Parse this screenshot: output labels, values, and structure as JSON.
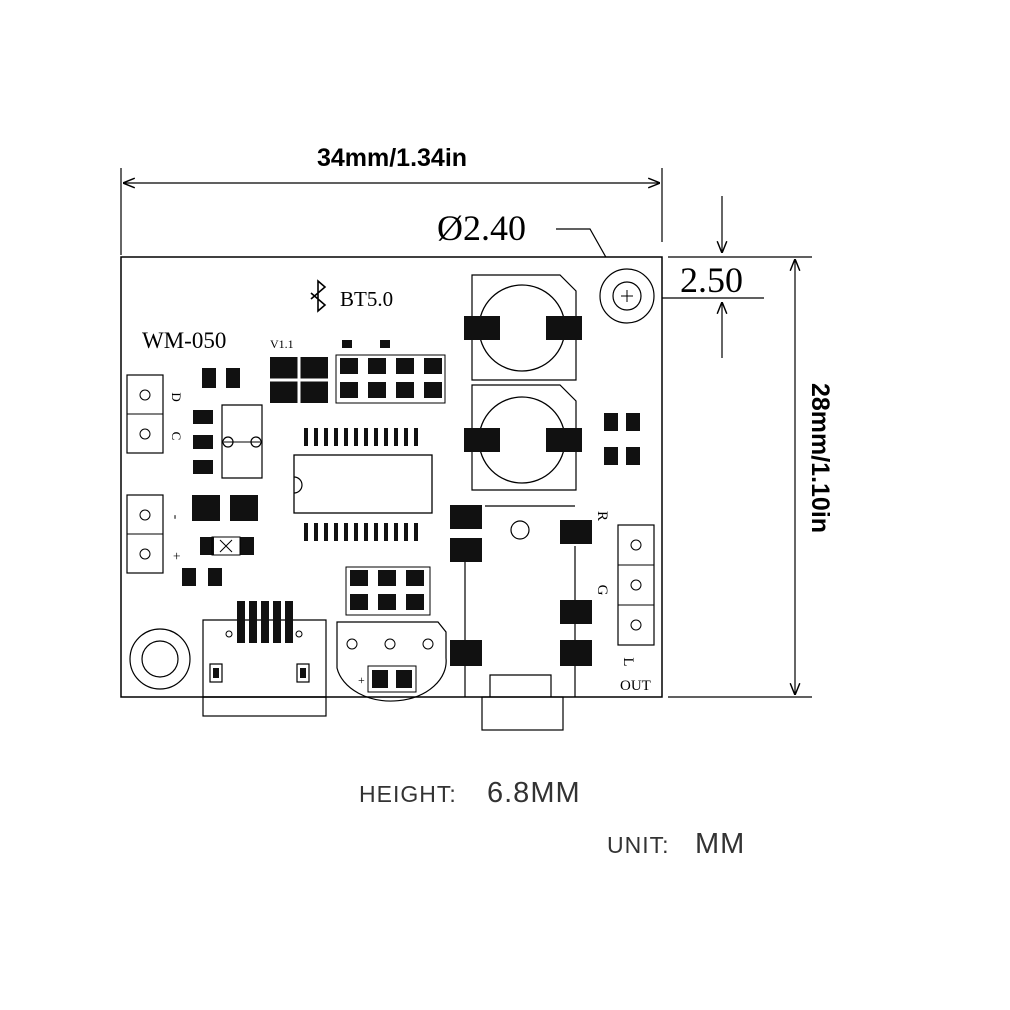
{
  "dimensions": {
    "width_label": "34mm/1.34in",
    "height_label": "28mm/1.10in",
    "hole_diameter_label": "Ø2.40",
    "hole_offset_label": "2.50"
  },
  "board": {
    "model": "WM-050",
    "version": "V1.1",
    "bluetooth": "BT5.0",
    "bluetooth_icon": "bluetooth-icon",
    "pin_labels_left_top": [
      "D",
      "C"
    ],
    "pin_labels_left_mid": [
      "-",
      "+"
    ],
    "output_pin_labels": [
      "R",
      "G",
      "L"
    ],
    "output_label": "OUT"
  },
  "notes": {
    "height_key": "HEIGHT:",
    "height_value": "6.8MM",
    "unit_key": "UNIT:",
    "unit_value": "MM"
  },
  "colors": {
    "line": "#000000",
    "pad": "#111111",
    "note_text": "#333333"
  }
}
